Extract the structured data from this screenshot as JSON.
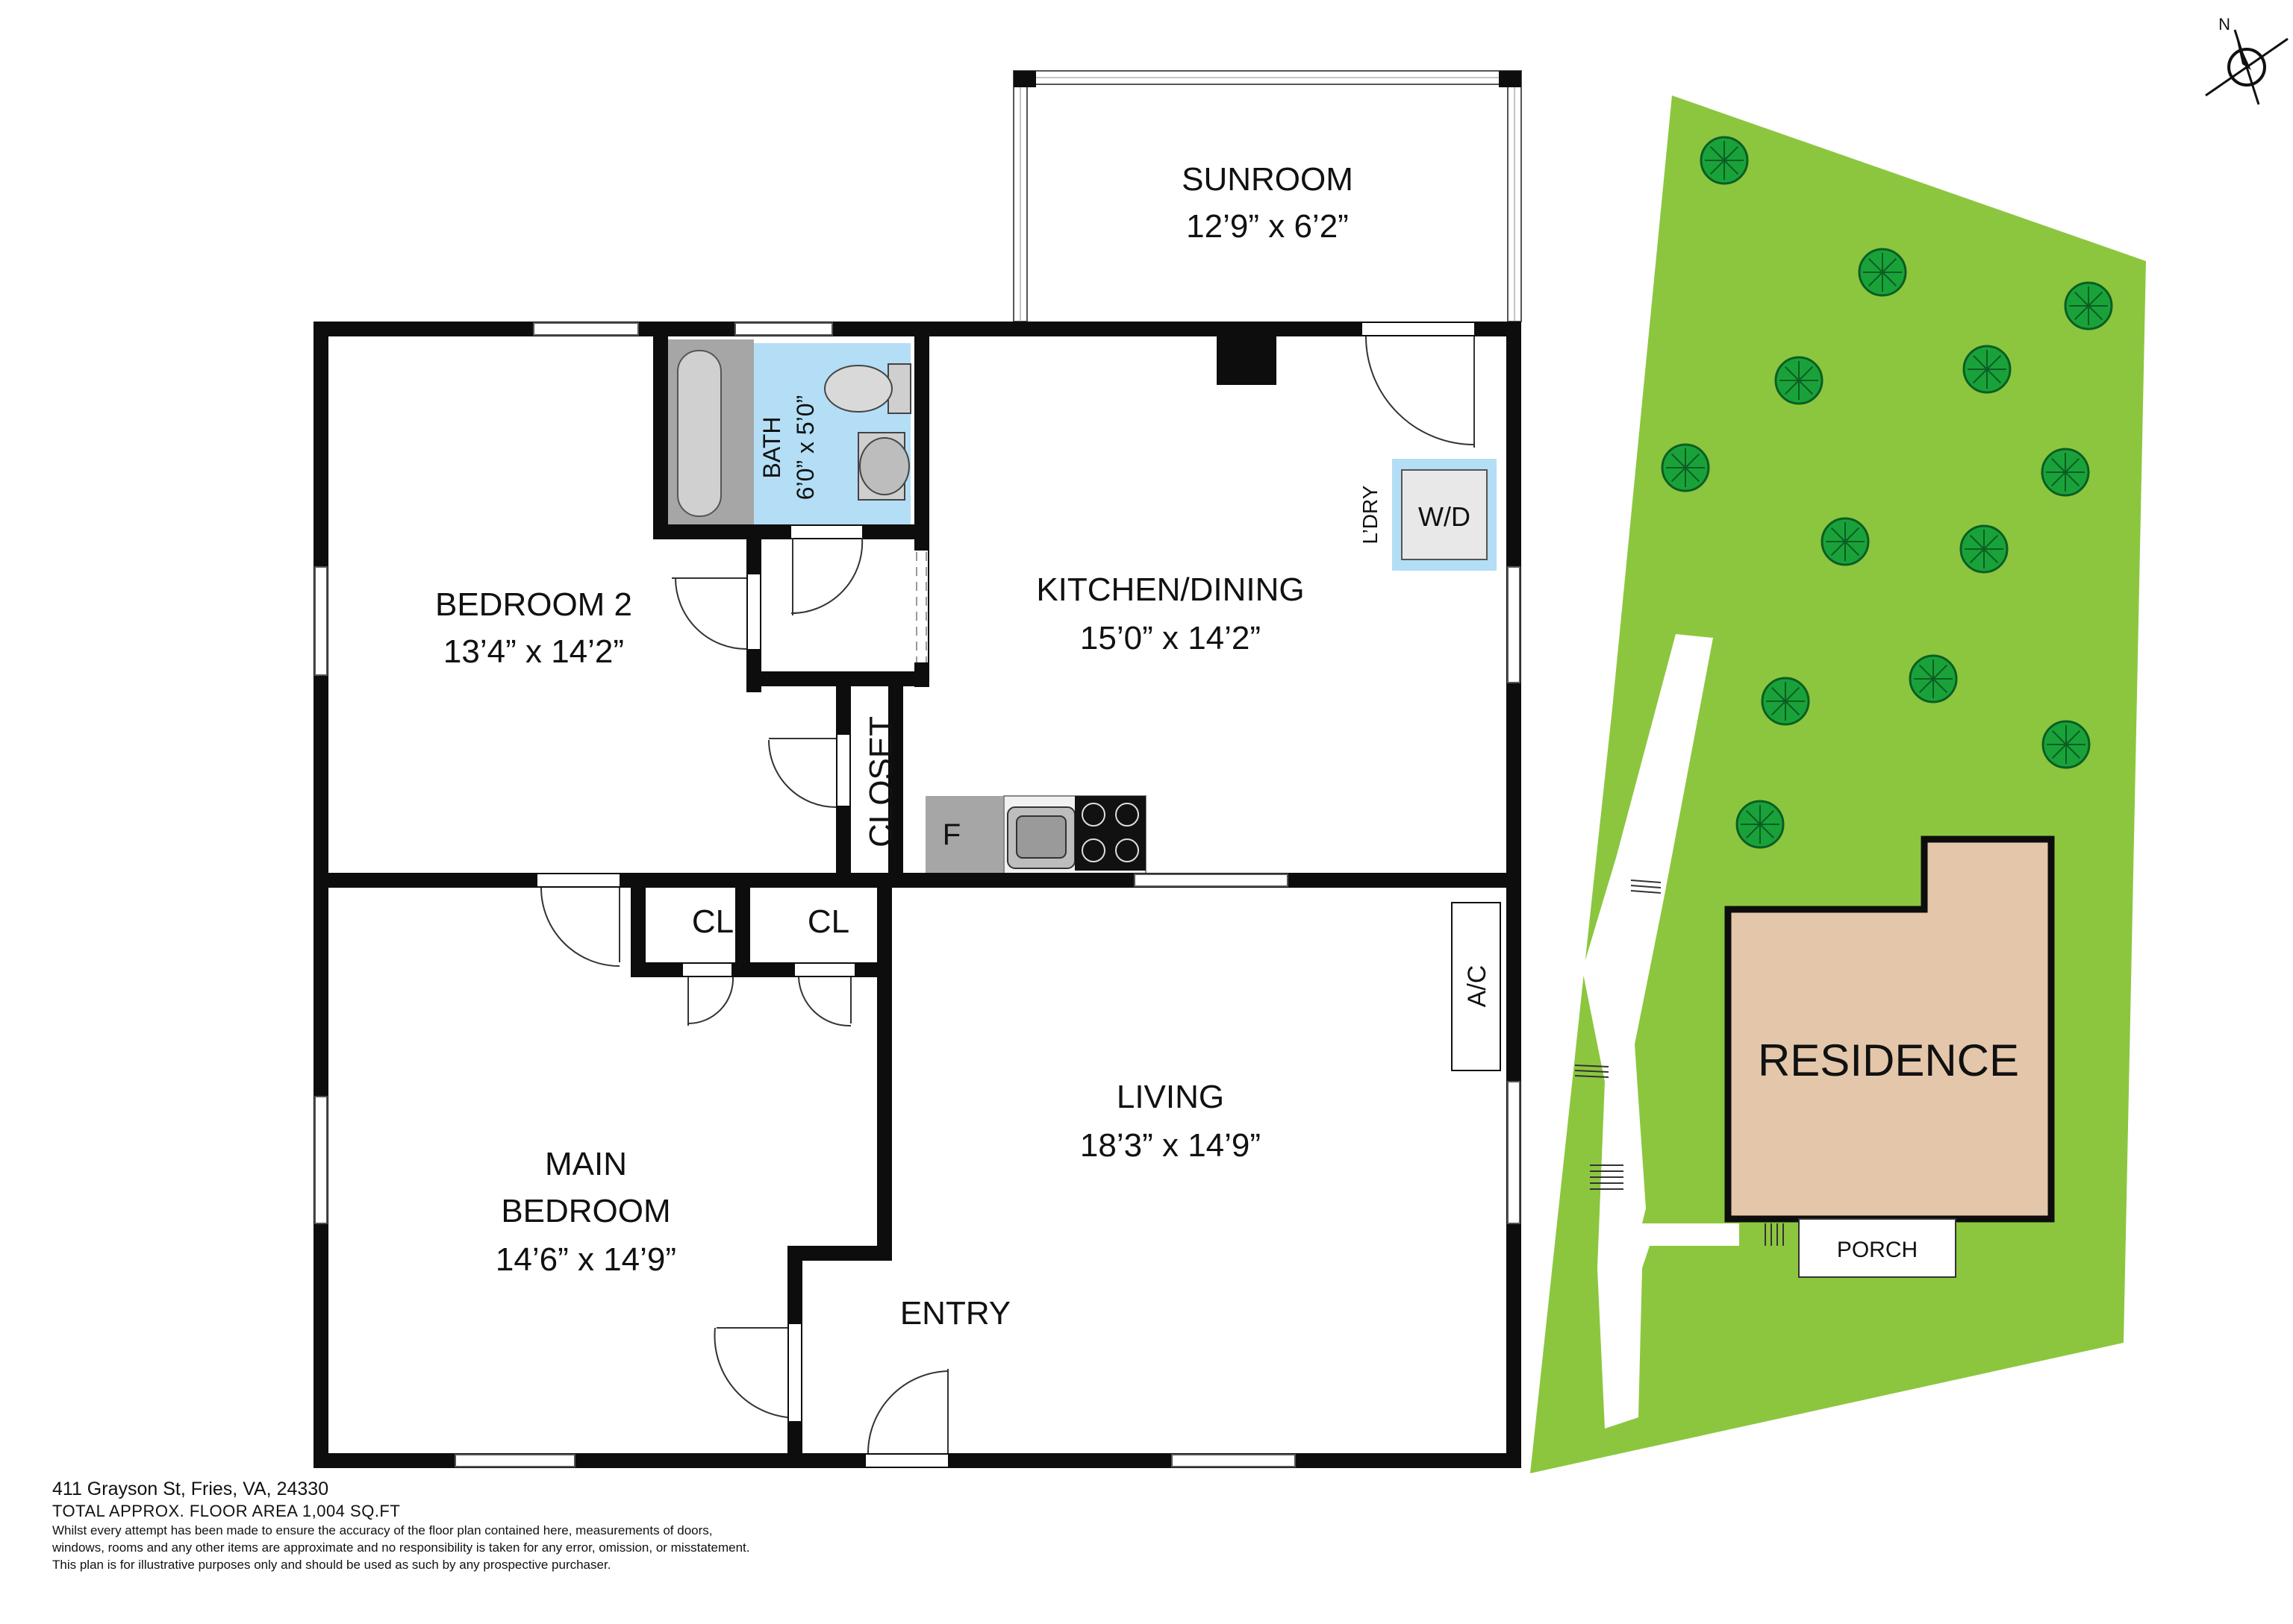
{
  "rooms": {
    "sunroom": {
      "name": "SUNROOM",
      "dims": "12’9” x 6’2”"
    },
    "bedroom2": {
      "name": "BEDROOM 2",
      "dims": "13’4” x 14’2”"
    },
    "bath": {
      "name": "BATH",
      "dims": "6’0” x 5’0”"
    },
    "kitchen": {
      "name": "KITCHEN/DINING",
      "dims": "15’0” x 14’2”"
    },
    "closet": {
      "name": "CLOSET"
    },
    "cl1": {
      "name": "CL"
    },
    "cl2": {
      "name": "CL"
    },
    "main_bedroom": {
      "line1": "MAIN",
      "line2": "BEDROOM",
      "dims": "14’6” x 14’9”"
    },
    "living": {
      "name": "LIVING",
      "dims": "18’3” x 14’9”"
    },
    "entry": {
      "name": "ENTRY"
    }
  },
  "fixtures": {
    "laundry": "L’DRY",
    "washer_dryer": "W/D",
    "fridge": "F",
    "ac": "A/C"
  },
  "site": {
    "residence": "RESIDENCE",
    "porch": "PORCH",
    "north": "N"
  },
  "footer": {
    "address": "411 Grayson St, Fries, VA, 24330",
    "area": "TOTAL APPROX. FLOOR AREA 1,004 SQ.FT",
    "disclaimer_1": "Whilst every attempt has been made to ensure the accuracy of the floor plan contained here, measurements of doors,",
    "disclaimer_2": "windows, rooms and any other items are approximate and no responsibility is taken for any error, omission, or misstatement.",
    "disclaimer_3": "This plan is for illustrative purposes only and should be used as such by any prospective purchaser."
  },
  "colors": {
    "wall": "#0d0d0d",
    "grass": "#8cc63f",
    "tree": "#1aa23a",
    "residence": "#e4c7ab",
    "bath_floor": "#b3def5",
    "fixture_gray": "#a6a6a6"
  }
}
